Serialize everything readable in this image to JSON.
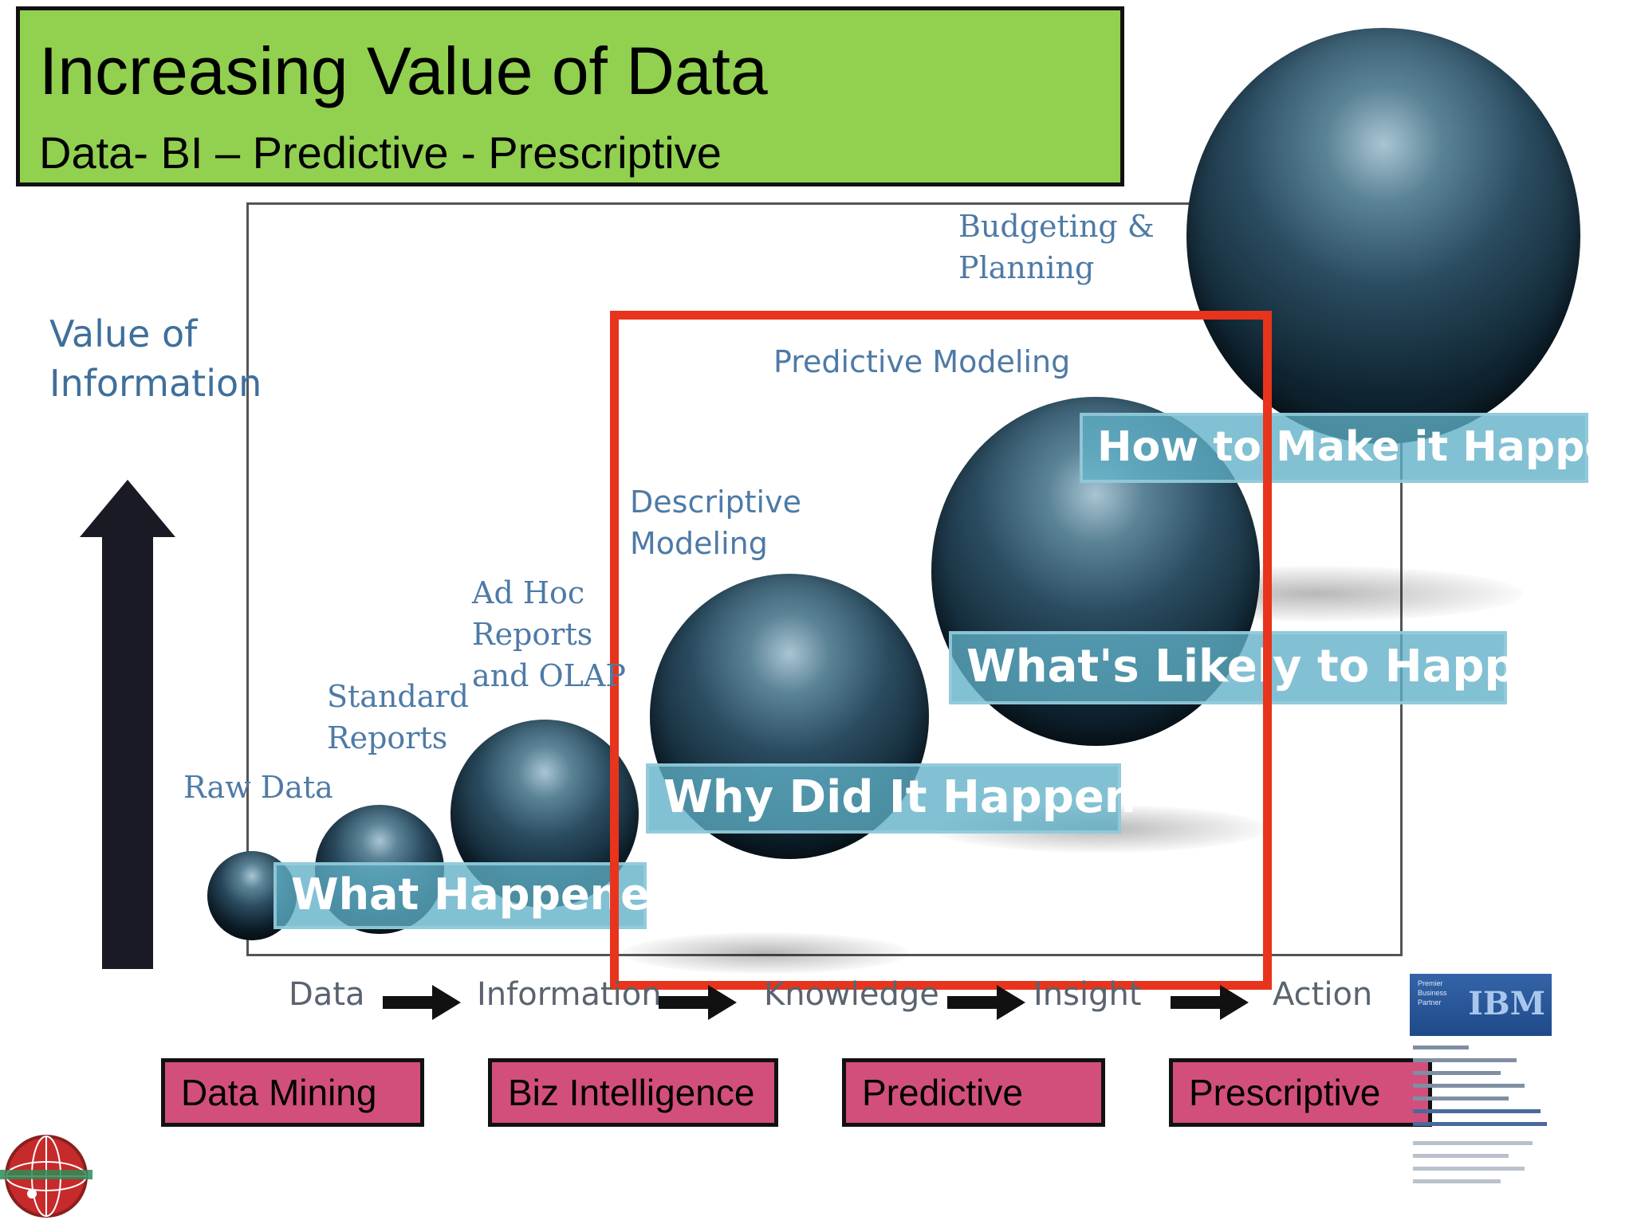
{
  "title": {
    "main": "Increasing Value of Data",
    "sub": "Data- BI – Predictive - Prescriptive"
  },
  "axis": {
    "label_line1": "Value of",
    "label_line2": "Information"
  },
  "labels": {
    "raw_data": "Raw Data",
    "standard_reports_line1": "Standard",
    "standard_reports_line2": "Reports",
    "adhoc_line1": "Ad Hoc",
    "adhoc_line2": "Reports",
    "adhoc_line3": "and OLAP",
    "descriptive_line1": "Descriptive",
    "descriptive_line2": "Modeling",
    "predictive_modeling": "Predictive Modeling",
    "budgeting_line1": "Budgeting &",
    "budgeting_line2": "Planning"
  },
  "banners": {
    "what_happened": "What Happened",
    "why_did_it_happen": "Why Did It Happen",
    "whats_likely": "What's Likely to Happen",
    "how_to_make": "How to Make it Happen"
  },
  "flow": [
    "Data",
    "Information",
    "Knowledge",
    "Insight",
    "Action"
  ],
  "stages": [
    "Data Mining",
    "Biz Intelligence",
    "Predictive",
    "Prescriptive"
  ],
  "badge": {
    "brand": "IBM",
    "small_line1": "Premier",
    "small_line2": "Business",
    "small_line3": "Partner"
  },
  "colors": {
    "title_bg": "#92d050",
    "stage_bg": "#d24f7b",
    "highlight_frame": "#e8341c",
    "banner": "#5fafc6",
    "sphere_dark": "#0f2431"
  }
}
